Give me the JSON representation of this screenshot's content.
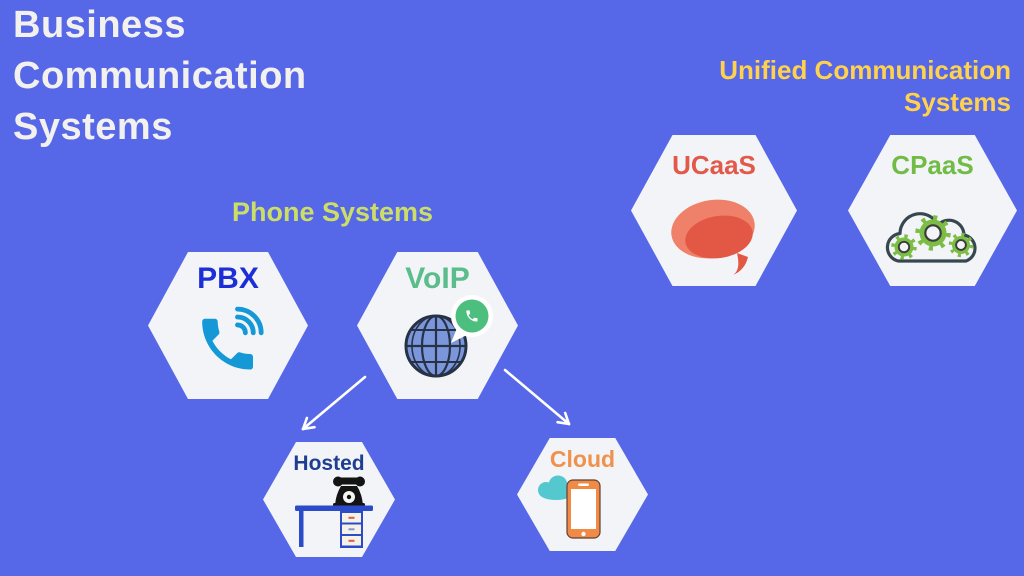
{
  "title": {
    "text": "Business\nCommunication\nSystems"
  },
  "sections": {
    "unified_label": "Unified Communication\nSystems",
    "phone_systems_label": "Phone Systems"
  },
  "hexagons": {
    "pbx": {
      "label": "PBX",
      "icon": "telephone-handset-ringing-icon"
    },
    "voip": {
      "label": "VoIP",
      "icon": "globe-with-call-badge-icon"
    },
    "ucaas": {
      "label": "UCaaS",
      "icon": "speech-bubble-icon"
    },
    "cpaas": {
      "label": "CPaaS",
      "icon": "cloud-gears-icon"
    },
    "hosted": {
      "label": "Hosted",
      "icon": "desk-rotary-phone-icon"
    },
    "cloud": {
      "label": "Cloud",
      "icon": "cloud-smartphone-icon"
    }
  },
  "connections": [
    {
      "from": "VoIP",
      "to": "Hosted"
    },
    {
      "from": "VoIP",
      "to": "Cloud"
    }
  ],
  "colors": {
    "background": "#5667E8",
    "hexagon_fill": "#F2F4F7",
    "title_text": "#F2F1ED",
    "unified_label": "#FFD24D",
    "phone_systems_label": "#CDDE67",
    "pbx_label": "#1C2FD6",
    "pbx_icon": "#1598D6",
    "voip_label": "#5ABD8B",
    "voip_globe": "#7B96DB",
    "voip_badge_green": "#4CBE7D",
    "ucaas_label": "#E2594A",
    "ucaas_bubble_light": "#EF8069",
    "ucaas_bubble_dark": "#E25845",
    "cpaas_label": "#70BC45",
    "cpaas_gear_green": "#7CBD45",
    "hosted_label": "#1D3E91",
    "hosted_desk_blue": "#2B4BC9",
    "cloud_label": "#F0914D",
    "cloud_phone_orange": "#F08A45",
    "cloud_teal": "#55C7CE",
    "arrow": "#FFFFFF"
  }
}
